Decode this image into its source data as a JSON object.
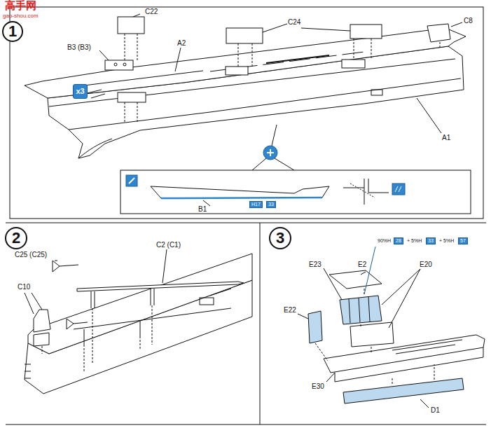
{
  "diagram": {
    "nodes": [
      {
        "text": [
          "1"
        ]
      },
      {
        "text": [
          "x3"
        ]
      },
      {
        "text": [
          "2"
        ]
      },
      {
        "text": [
          "3"
        ]
      }
    ],
    "labels": [
      "高手网",
      "gao-shou.com",
      "B3 (B3)",
      "C22",
      "A2",
      "C24",
      "C8",
      "A1",
      "B1",
      "H17",
      "33",
      "90%H",
      "28",
      "+ 5%H",
      "33",
      "+ 5%H",
      "57",
      "C25 (C25)",
      "C2 (C1)",
      "C10",
      "E23",
      "E2",
      "E20",
      "E22",
      "E30",
      "D1"
    ]
  }
}
